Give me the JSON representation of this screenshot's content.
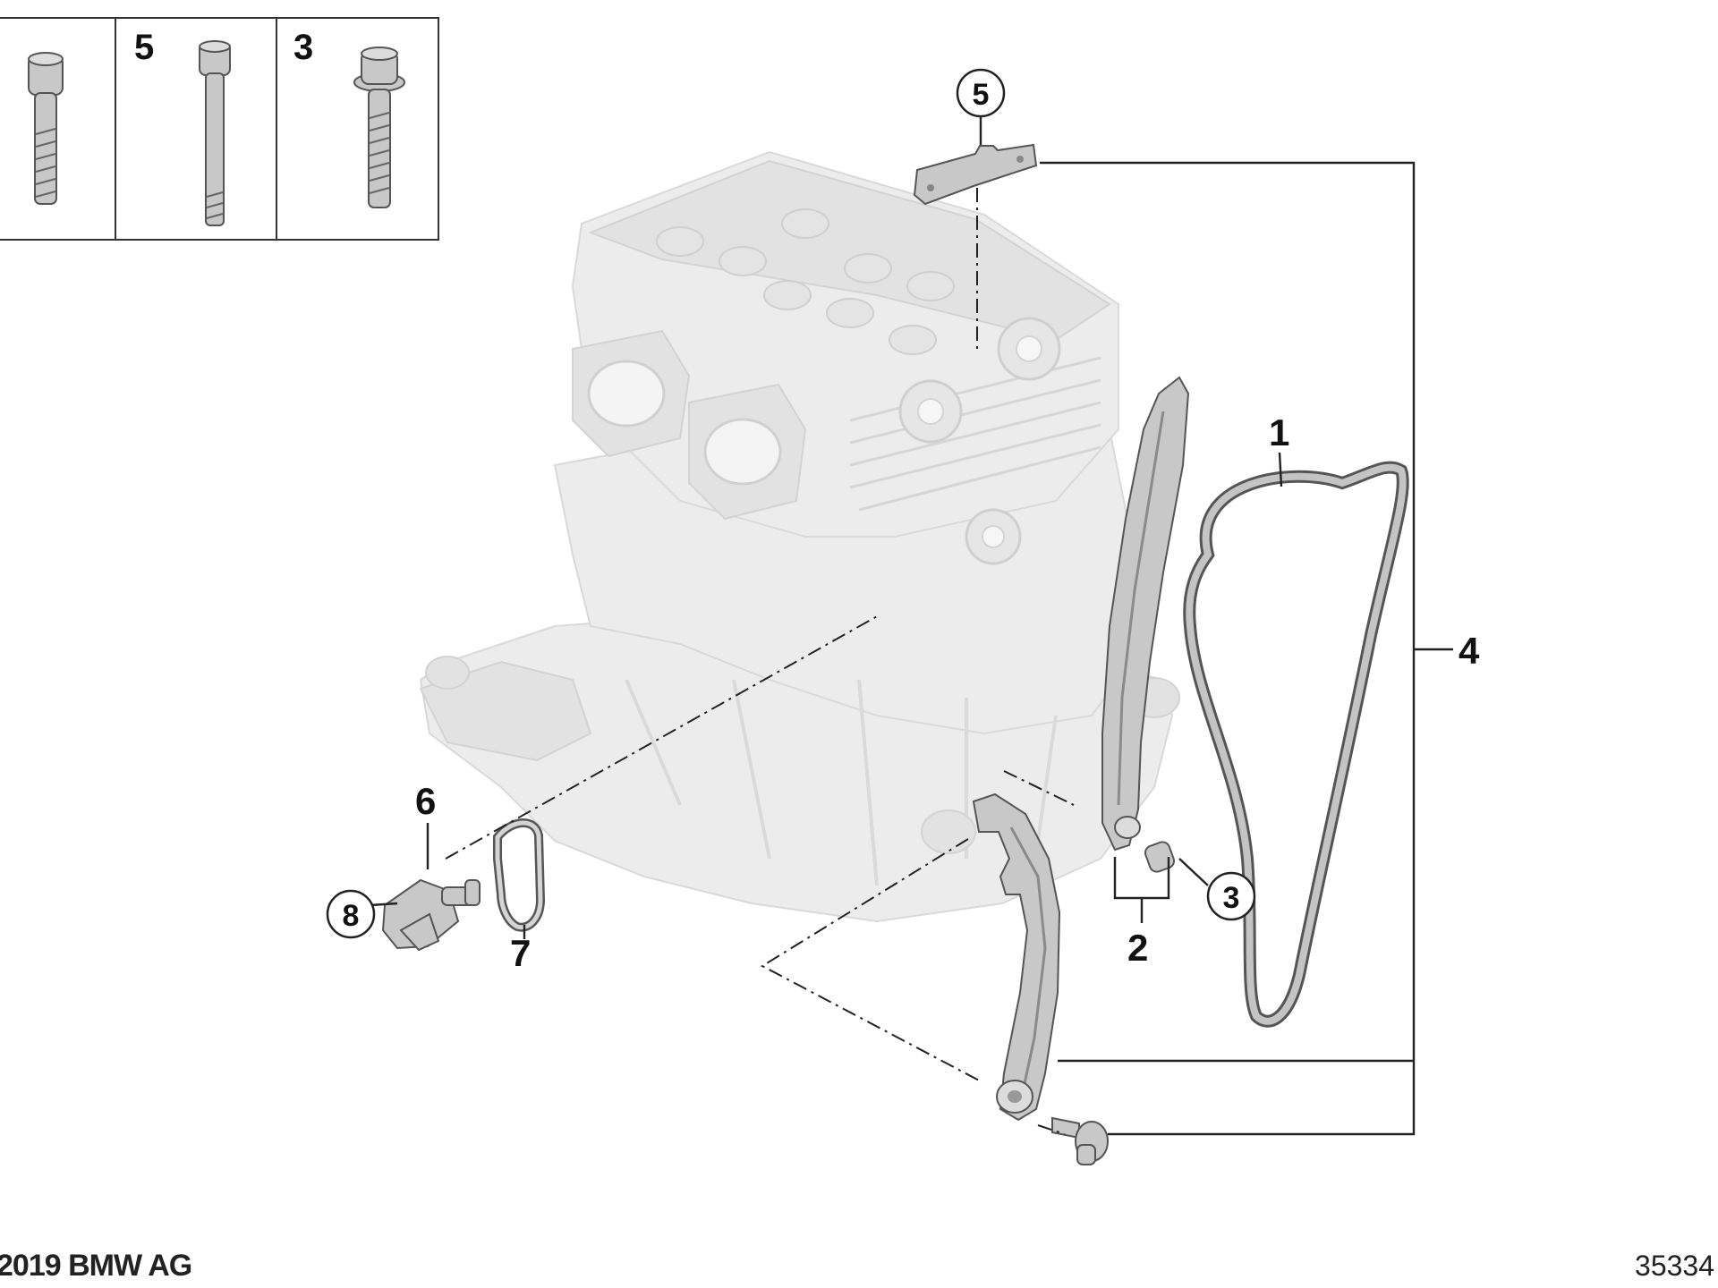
{
  "labels": {
    "inset_5": "5",
    "inset_3": "3",
    "part_1": "1",
    "part_2": "2",
    "part_4": "4",
    "part_6": "6",
    "part_7": "7",
    "callout_5": "5",
    "callout_3": "3",
    "callout_8": "8"
  },
  "footer": {
    "copyright": "2019 BMW AG",
    "diagram_id": "35334"
  },
  "colors": {
    "casting": "#ececec",
    "part": "#c8c8c8",
    "ink": "#222222"
  }
}
